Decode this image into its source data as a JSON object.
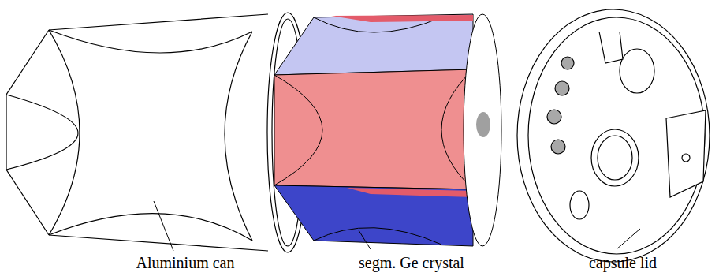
{
  "diagram": {
    "labels": [
      "Aluminium can",
      "segm. Ge crystal",
      "capsule lid"
    ]
  }
}
